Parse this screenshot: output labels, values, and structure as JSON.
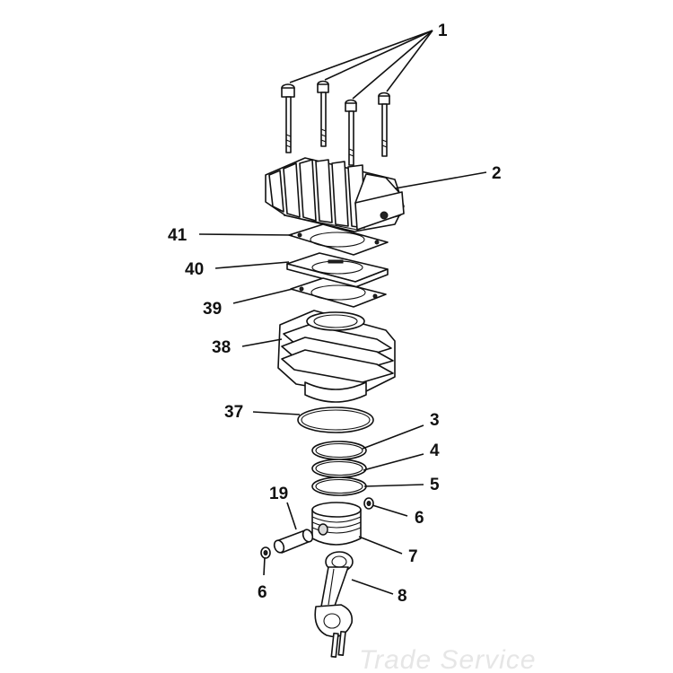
{
  "diagram": {
    "callouts": {
      "c1": "1",
      "c2": "2",
      "c41": "41",
      "c40": "40",
      "c39": "39",
      "c38": "38",
      "c37": "37",
      "c3": "3",
      "c4": "4",
      "c5": "5",
      "c19": "19",
      "c6a": "6",
      "c6b": "6",
      "c7": "7",
      "c8": "8"
    },
    "watermark": "Trade Service"
  }
}
